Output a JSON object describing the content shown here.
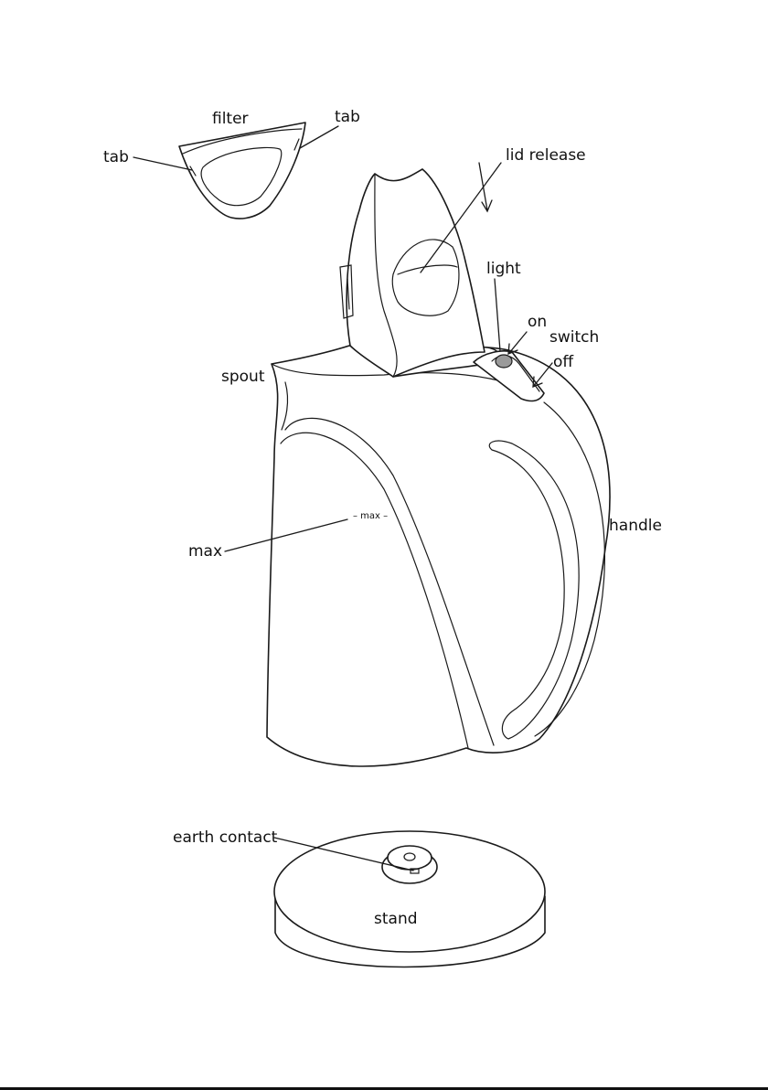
{
  "labels": {
    "filter": "filter",
    "tab_right": "tab",
    "tab_left": "tab",
    "lid_release": "lid release",
    "light": "light",
    "on": "on",
    "switch": "switch",
    "off": "off",
    "spout": "spout",
    "handle": "handle",
    "max": "max",
    "max_mark": "– max –",
    "earth_contact": "earth contact",
    "stand": "stand"
  },
  "colors": {
    "line": "#1a1a1a",
    "indicator_light": "#9a9a9a",
    "background": "#ffffff"
  }
}
